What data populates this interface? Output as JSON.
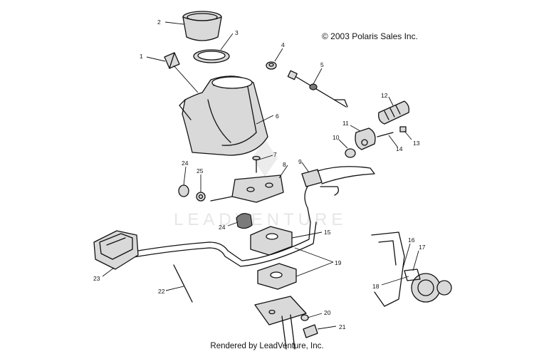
{
  "copyright": "© 2003 Polaris Sales Inc.",
  "footer": "Rendered by LeadVenture, Inc.",
  "watermark": "LEADVENTURE",
  "callouts": [
    "1",
    "2",
    "3",
    "4",
    "5",
    "6",
    "7",
    "8",
    "9",
    "10",
    "11",
    "12",
    "13",
    "14",
    "15",
    "16",
    "17",
    "18",
    "19",
    "20",
    "21",
    "22",
    "23",
    "24",
    "24",
    "25"
  ],
  "colors": {
    "line": "#111111",
    "shade": "#d9d9d9",
    "watermark": "#e6e6e6"
  }
}
